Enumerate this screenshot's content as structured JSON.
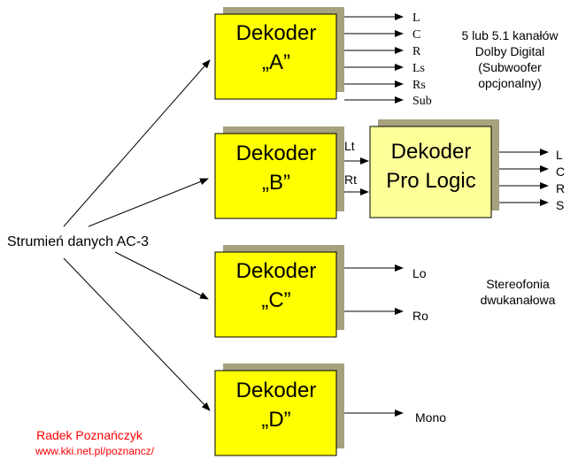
{
  "source_label": "Strumień danych AC-3",
  "decoders": {
    "a": {
      "line1": "Dekoder",
      "line2": "„A”",
      "outputs": [
        "L",
        "C",
        "R",
        "Ls",
        "Rs",
        "Sub"
      ]
    },
    "b": {
      "line1": "Dekoder",
      "line2": "„B”",
      "inputs": [
        "Lt",
        "Rt"
      ]
    },
    "c": {
      "line1": "Dekoder",
      "line2": "„C”",
      "outputs": [
        "Lo",
        "Ro"
      ]
    },
    "d": {
      "line1": "Dekoder",
      "line2": "„D”",
      "outputs": [
        "Mono"
      ]
    }
  },
  "pro_logic": {
    "line1": "Dekoder",
    "line2": "Pro Logic",
    "outputs": [
      "L",
      "C",
      "R",
      "S"
    ]
  },
  "notes": {
    "a": [
      "5 lub 5.1 kanałów",
      "Dolby Digital",
      "(Subwoofer",
      "opcjonalny)"
    ],
    "c": [
      "Stereofonia",
      "dwukanałowa"
    ]
  },
  "credits": {
    "author": "Radek Poznańczyk",
    "url": "www.kki.net.pl/poznancz/"
  },
  "colors": {
    "box_yellow": "#ffff00",
    "pro_logic_fill": "#ffff99",
    "shadow": "#a7a27e",
    "credit_red": "#ff0000"
  }
}
